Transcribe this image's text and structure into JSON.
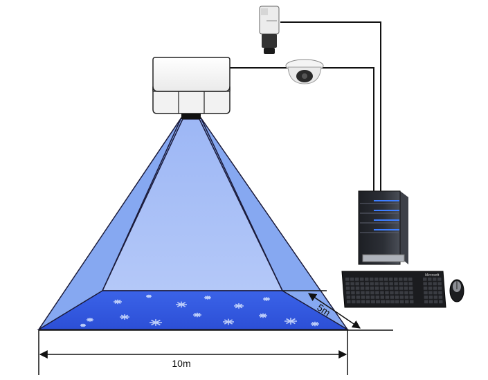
{
  "dimensions": {
    "width_label": "10m",
    "depth_label": "5m"
  },
  "keyboard": {
    "brand": "Microsoft"
  },
  "colors": {
    "beam_outer": "#7aa2f2",
    "beam_inner": "#a9c0f6",
    "floor": "#2f55e0",
    "edge": "#1b1b3a",
    "wire": "#111111",
    "led": "#3d7dff"
  },
  "icons": [
    "projector-icon",
    "box-camera-icon",
    "dome-camera-icon",
    "pc-tower-icon",
    "keyboard-icon",
    "mouse-icon"
  ]
}
